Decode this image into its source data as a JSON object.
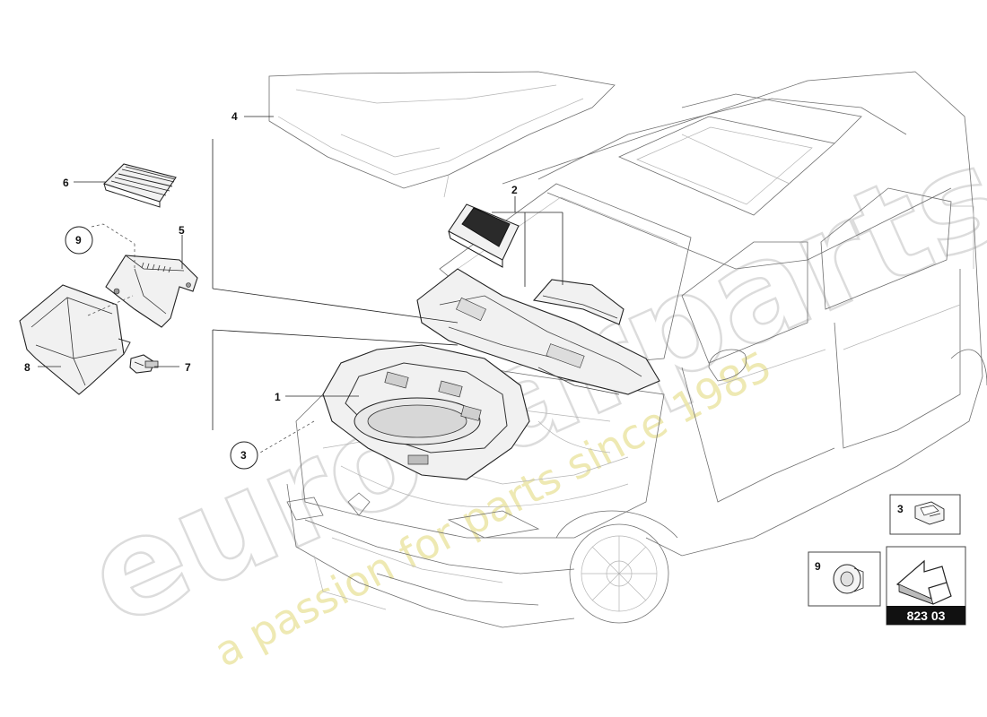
{
  "callouts": {
    "c1": "1",
    "c2": "2",
    "c3": "3",
    "c4": "4",
    "c5": "5",
    "c6": "6",
    "c7": "7",
    "c8": "8",
    "c9": "9"
  },
  "legend": {
    "clip_label": "3",
    "nut_label": "9",
    "ref_number": "823 03"
  },
  "watermark": {
    "brand": "eurocarparts",
    "slogan": "a passion for parts since 1985"
  },
  "colors": {
    "line": "#222222",
    "vehicle_line": "#6f6f6f",
    "watermark": "#e8e29a",
    "ref_badge": "#111111"
  }
}
